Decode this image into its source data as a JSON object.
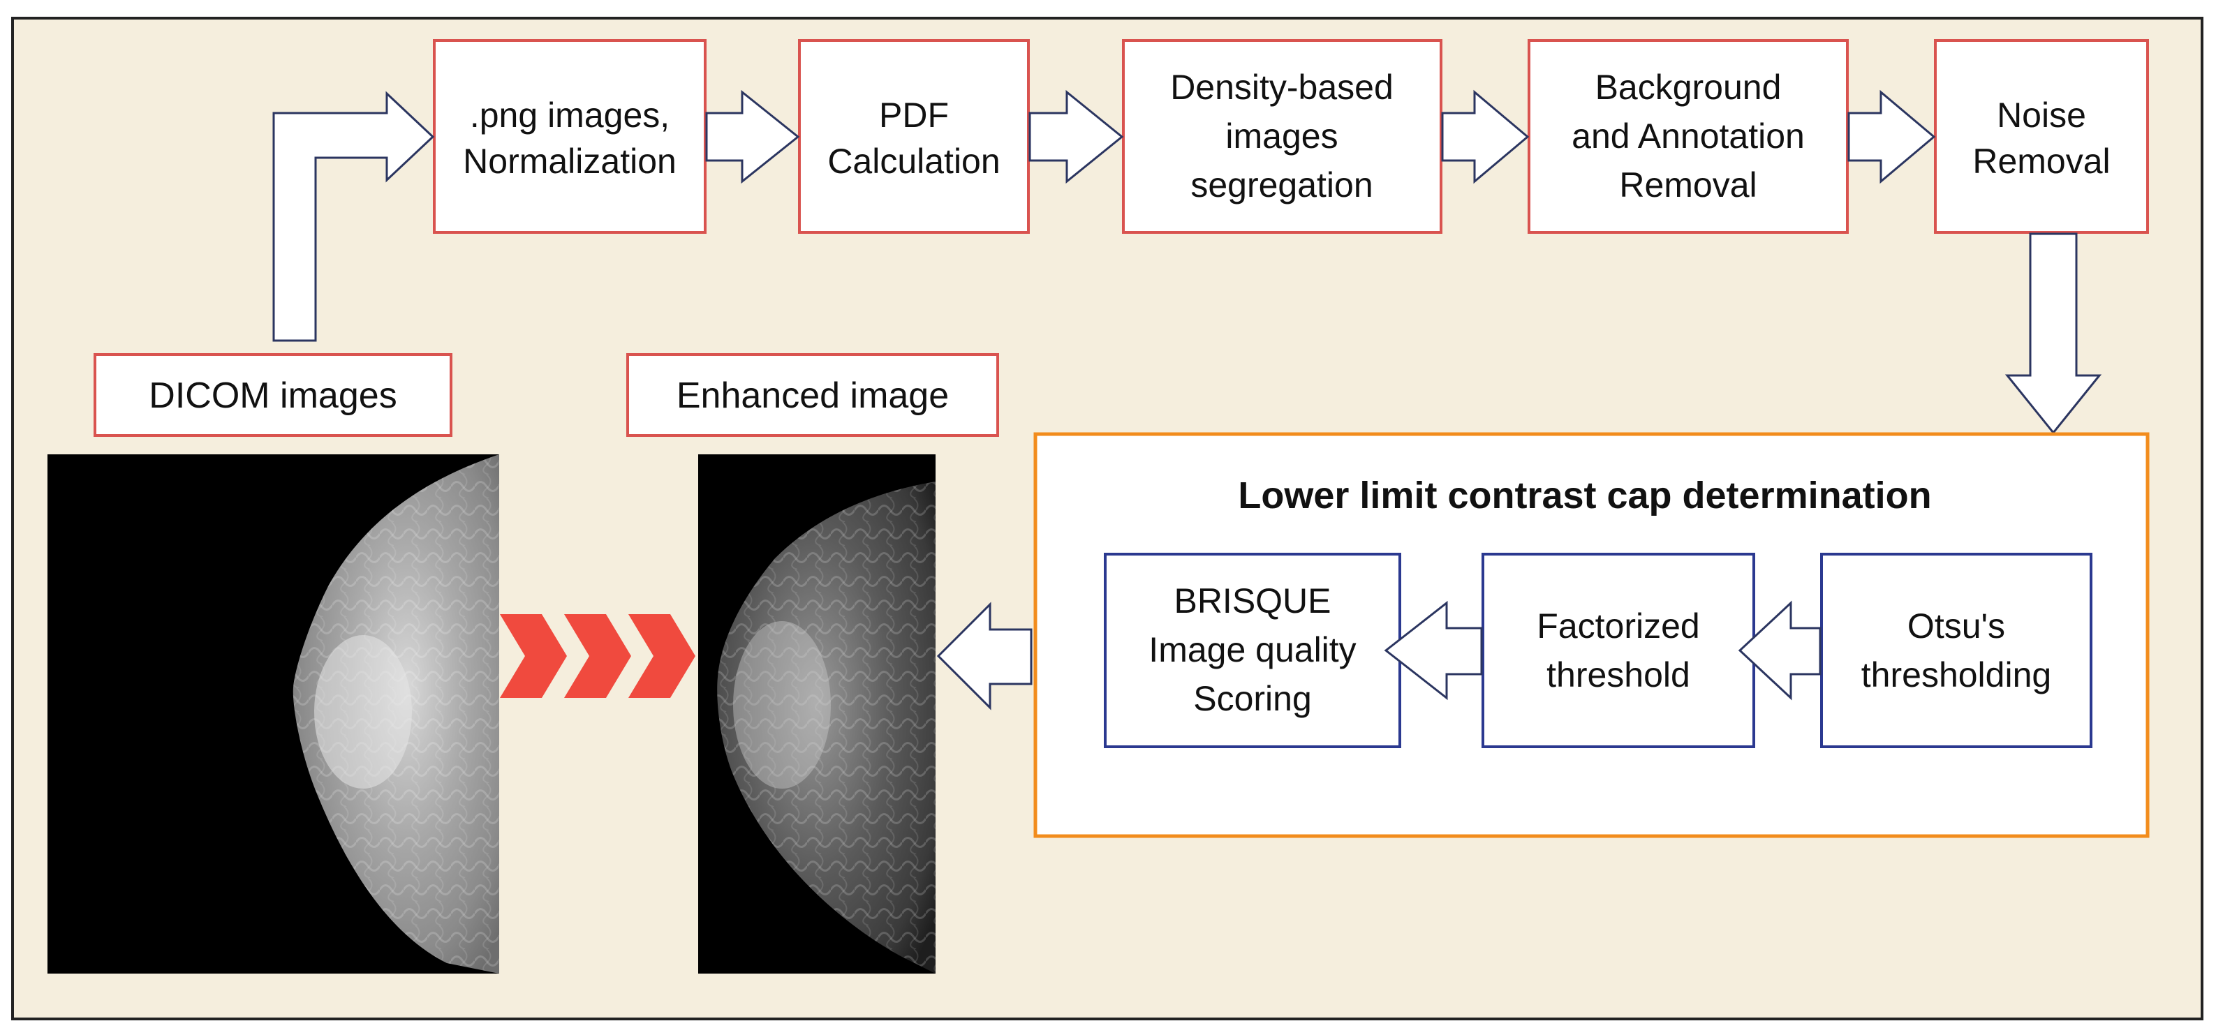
{
  "colors": {
    "background": "#f5eedd",
    "frame": "#222222",
    "red_box": "#d9534f",
    "blue_box": "#2b3990",
    "orange_box": "#f28c1c",
    "chevron": "#f04a3e",
    "arrow_stroke": "#2b3560"
  },
  "pipeline": {
    "steps": [
      {
        "id": "png",
        "lines": [
          ".png images,",
          "Normalization"
        ]
      },
      {
        "id": "pdf",
        "lines": [
          "PDF",
          "Calculation"
        ]
      },
      {
        "id": "density",
        "lines": [
          "Density-based",
          "images",
          "segregation"
        ]
      },
      {
        "id": "background",
        "lines": [
          "Background",
          "and Annotation",
          "Removal"
        ]
      },
      {
        "id": "noise",
        "lines": [
          "Noise",
          "Removal"
        ]
      }
    ]
  },
  "labels": {
    "dicom": "DICOM images",
    "enhanced": "Enhanced image"
  },
  "cap": {
    "title": "Lower limit contrast cap determination",
    "steps": [
      {
        "id": "brisque",
        "lines": [
          "BRISQUE",
          "Image quality",
          "Scoring"
        ]
      },
      {
        "id": "factorized",
        "lines": [
          "Factorized",
          "threshold"
        ]
      },
      {
        "id": "otsu",
        "lines": [
          "Otsu's",
          "thresholding"
        ]
      }
    ]
  },
  "icons": {
    "chevrons": "triple-chevron-right-icon",
    "arrows": "block-arrow-icon"
  }
}
